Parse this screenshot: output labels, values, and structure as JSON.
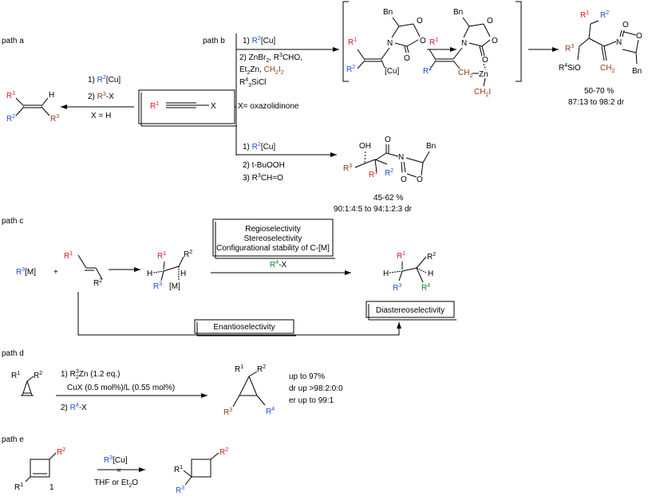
{
  "colors": {
    "r1": "#e8141e",
    "r2": "#1a4fd8",
    "r3": "#8b3a12",
    "r4": "#0a8a1e"
  },
  "paths": {
    "a": "path a",
    "b": "path b",
    "c": "path c",
    "d": "path d",
    "e": "path e"
  },
  "a": {
    "step1_num": "1) ",
    "step1_reagent": "R",
    "step1_sup": "2",
    "step1_tail": "[Cu]",
    "step2_num": "2) ",
    "step2_reagent": "R",
    "step2_sup": "3",
    "step2_tail": "-X",
    "condition": "X = H",
    "product_r1": "R",
    "product_r1_sup": "1",
    "product_r2": "R",
    "product_r2_sup": "2",
    "product_r3": "R",
    "product_r3_sup": "3",
    "product_h": "H"
  },
  "alkyne": {
    "r": "R",
    "r_sup": "1",
    "x": "X"
  },
  "b": {
    "x_def": "X= oxazolidinone",
    "top_s1": "1) ",
    "top_s1_r": "R",
    "top_s1_sup": "2",
    "top_s1_tail": "[Cu]",
    "top_s2": "2) ZnBr",
    "top_s2_sub": "2",
    "top_s2_mid": ", R",
    "top_s2_sup": "3",
    "top_s2_tail": "CHO,",
    "top_s3a": "Et",
    "top_s3_sub": "2",
    "top_s3b": "Zn, ",
    "top_s3_ch2i2": "CH",
    "top_s3_sub2": "2",
    "top_s3_i": "I",
    "top_s3_sub3": "2",
    "top_s4a": "R",
    "top_s4_sup": "4",
    "top_s4b": "",
    "top_s4_sub": "3",
    "top_s4c": "SiCl",
    "bot_s1": "1) ",
    "bot_s1_r": "R",
    "bot_s1_sup": "2",
    "bot_s1_tail": "[Cu]",
    "bot_s2": "2) t-BuOOH",
    "bot_s3": "3) R",
    "bot_s3_sup": "3",
    "bot_s3_tail": "CH=O",
    "bot_yield": "45-62 %",
    "bot_dr": "90:1:4:5 to 94:1:2:3 dr",
    "top_yield": "50-70 %",
    "top_dr": "87:13 to 98:2 dr"
  },
  "struct": {
    "bn": "Bn",
    "o": "O",
    "n": "N",
    "cu": "[Cu]",
    "zn": "Zn",
    "ch2": "CH",
    "ch2_sub": "2",
    "i": "I",
    "r": "R",
    "sup1": "1",
    "sup2": "2",
    "sup3": "3",
    "sup4": "4",
    "sio": "SiO",
    "oh": "OH",
    "h": "H",
    "m": "[M]"
  },
  "c": {
    "reagent_r": "R",
    "reagent_sup": "3",
    "reagent_m": "[M]",
    "plus": "+",
    "box1_l1": "Regioselectivity",
    "box1_l2": "Stereoselectivity",
    "box1_l3": "Configurational stability of C-[M]",
    "r4x": "R",
    "r4x_sup": "4",
    "r4x_tail": "-X",
    "box_dia": "Diastereoselectivity",
    "box_enantio": "Enantioselectivity"
  },
  "d": {
    "s1": "1) R",
    "s1_sup": "3",
    "s1_sub": "2",
    "s1_tail": "Zn (1.2 eq.)",
    "s1b": "CuX (0.5 mol%)/L (0.55 mol%)",
    "s2": "2)  ",
    "s2_r": "R",
    "s2_sup": "4",
    "s2_tail": "-X",
    "yield": "up to 97%",
    "dr": "dr up >98:2:0:0",
    "er": "er up to 99:1"
  },
  "e": {
    "reagent_r": "R",
    "reagent_sup": "3",
    "reagent_tail": "[Cu]",
    "solvent": "THF or Et",
    "solvent_sub": "2",
    "solvent_tail": "O",
    "x": "×",
    "num": "1"
  }
}
